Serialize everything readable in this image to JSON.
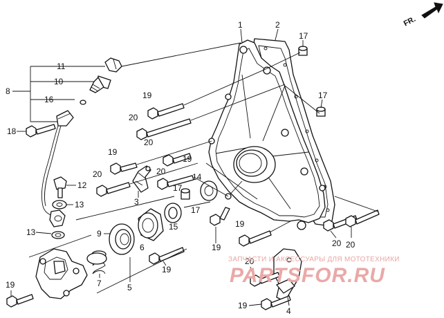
{
  "callouts": [
    "1",
    "2",
    "17",
    "17",
    "11",
    "10",
    "8",
    "16",
    "18",
    "19",
    "20",
    "20",
    "19",
    "19",
    "20",
    "20",
    "12",
    "13",
    "3",
    "17",
    "14",
    "17",
    "15",
    "9",
    "6",
    "13",
    "7",
    "5",
    "19",
    "19",
    "19",
    "20",
    "20",
    "20",
    "19",
    "4",
    "19"
  ],
  "fr_marker": "FR.",
  "watermark": {
    "tagline": "ЗАПЧАСТИ И АКСЕССУАРЫ ДЛЯ МОТОТЕХНИКИ",
    "site": "PARTSFOR.RU"
  }
}
